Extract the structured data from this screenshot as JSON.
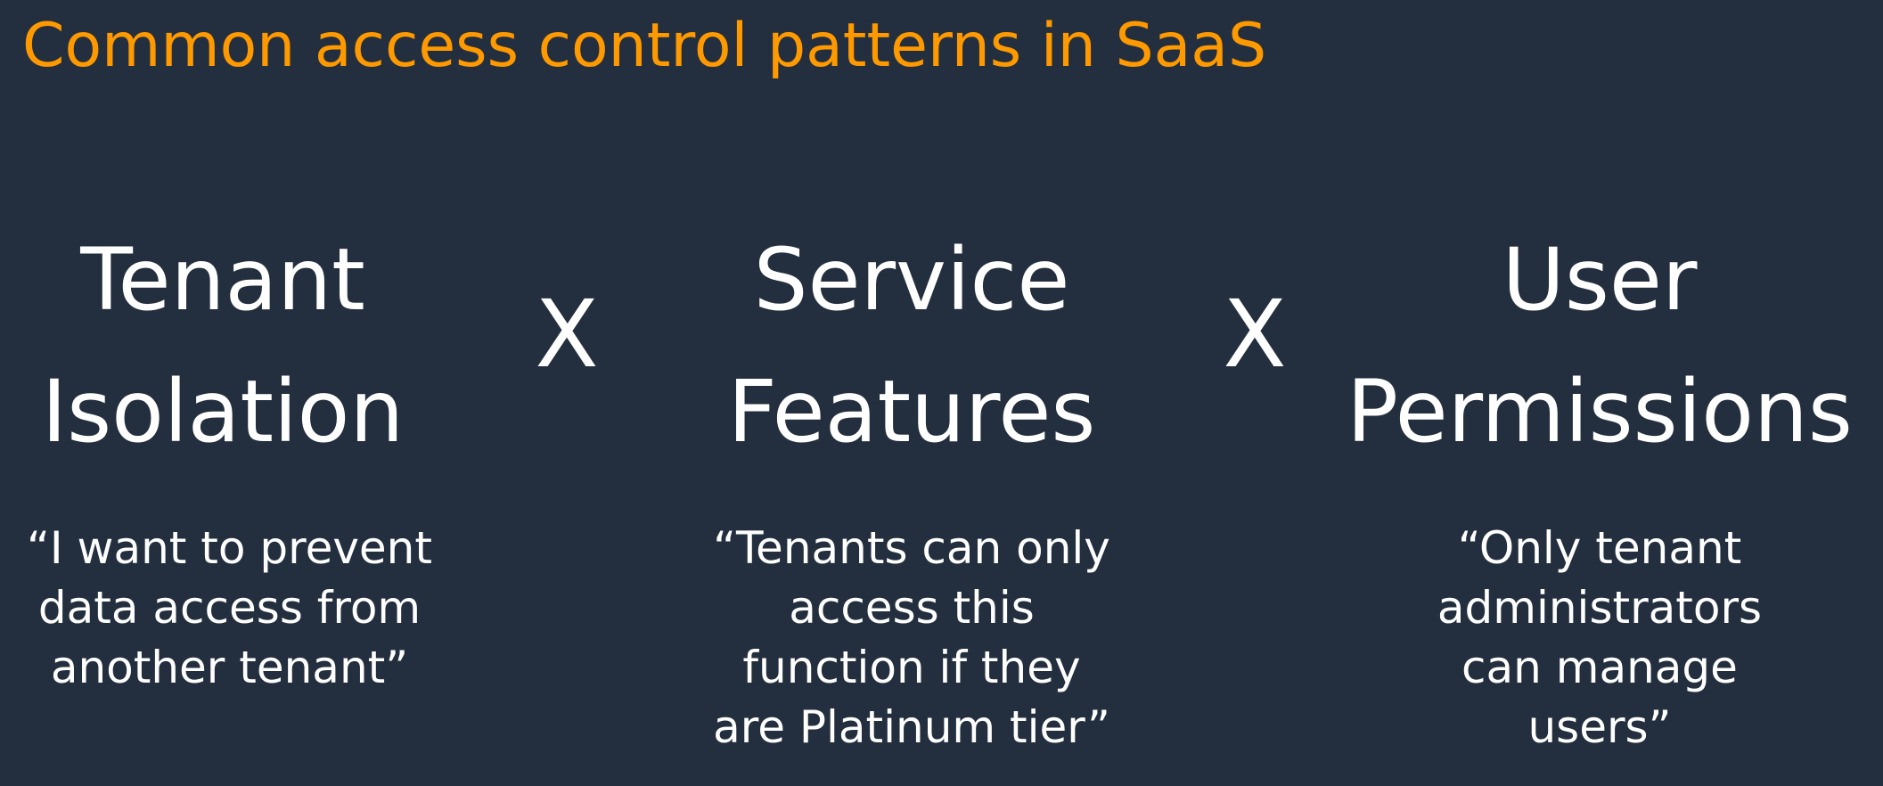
{
  "slide": {
    "title": "Common access control patterns in SaaS",
    "title_color": "#ff9900",
    "background_color": "#232f3e",
    "text_color": "#ffffff"
  },
  "patterns": [
    {
      "heading_line1": "Tenant",
      "heading_line2": "Isolation",
      "quote_lines": [
        "“I want to prevent",
        "data access from",
        "another tenant”"
      ]
    },
    {
      "heading_line1": "Service",
      "heading_line2": "Features",
      "quote_lines": [
        "“Tenants can only",
        "access this",
        "function if they",
        "are Platinum tier”"
      ]
    },
    {
      "heading_line1": "User",
      "heading_line2": "Permissions",
      "quote_lines": [
        "“Only tenant",
        "administrators",
        "can manage",
        "users”"
      ]
    }
  ],
  "operators": [
    "X",
    "X"
  ]
}
